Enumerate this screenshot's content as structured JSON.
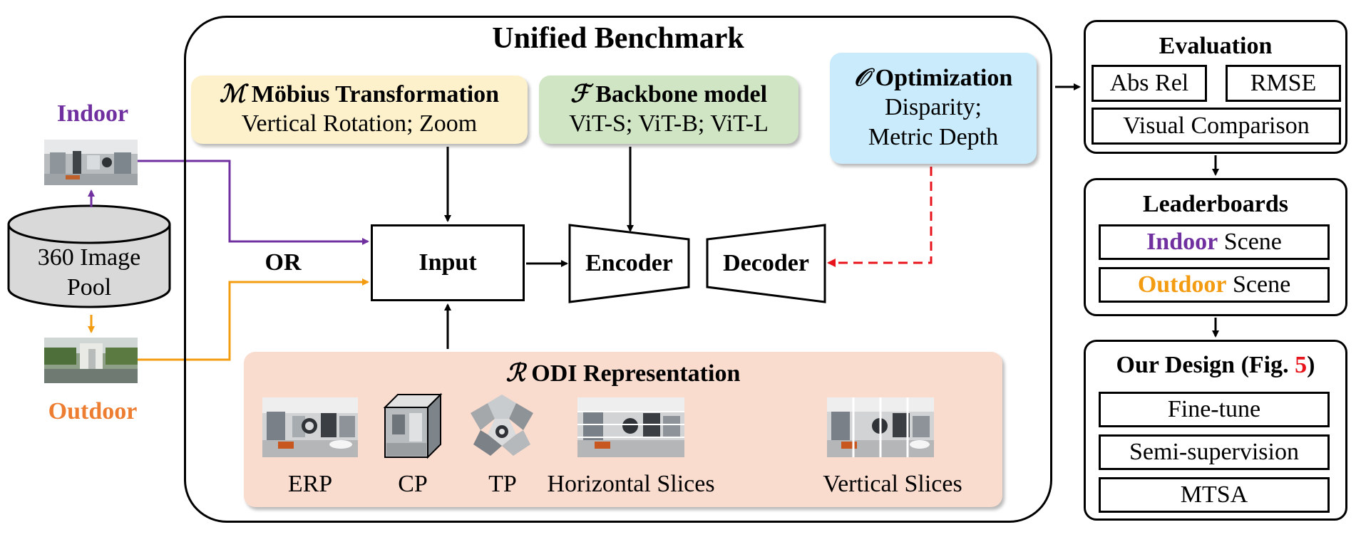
{
  "title": "Unified Benchmark",
  "source": {
    "indoor_label": "Indoor",
    "outdoor_label": "Outdoor",
    "pool_line1": "360 Image",
    "pool_line2": "Pool",
    "or_label": "OR"
  },
  "modules": {
    "mobius": {
      "symbol": "ℳ",
      "title": "Möbius Transformation",
      "subtitle": "Vertical Rotation; Zoom"
    },
    "backbone": {
      "symbol": "ℱ",
      "title": "Backbone model",
      "subtitle": "ViT-S; ViT-B; ViT-L"
    },
    "optimization": {
      "symbol": "𝒪",
      "title": "Optimization",
      "line1": "Disparity;",
      "line2": "Metric Depth"
    },
    "representation": {
      "symbol": "ℛ",
      "title": "ODI Representation",
      "items": [
        "ERP",
        "CP",
        "TP",
        "Horizontal Slices",
        "Vertical Slices"
      ]
    }
  },
  "pipeline": {
    "input": "Input",
    "encoder": "Encoder",
    "decoder": "Decoder"
  },
  "evaluation": {
    "title": "Evaluation",
    "metrics": [
      "Abs Rel",
      "RMSE",
      "Visual Comparison"
    ]
  },
  "leaderboards": {
    "title": "Leaderboards",
    "indoor_word": "Indoor",
    "outdoor_word": "Outdoor",
    "scene_word": "Scene"
  },
  "design": {
    "title_prefix": "Our Design (Fig. ",
    "fig_number": "5",
    "title_suffix": ")",
    "items": [
      "Fine-tune",
      "Semi-supervision",
      "MTSA"
    ]
  },
  "colors": {
    "indoor": "#7030a0",
    "outdoor": "#f39c12",
    "outdoor_label": "#ed7d31",
    "optimization_arrow": "#e8141b",
    "fig_ref": "#e8141b",
    "mobius_bg": "#fdf1cc",
    "backbone_bg": "#cfe5c3",
    "optimization_bg": "#c9ebfb",
    "representation_bg": "#fadccf"
  }
}
